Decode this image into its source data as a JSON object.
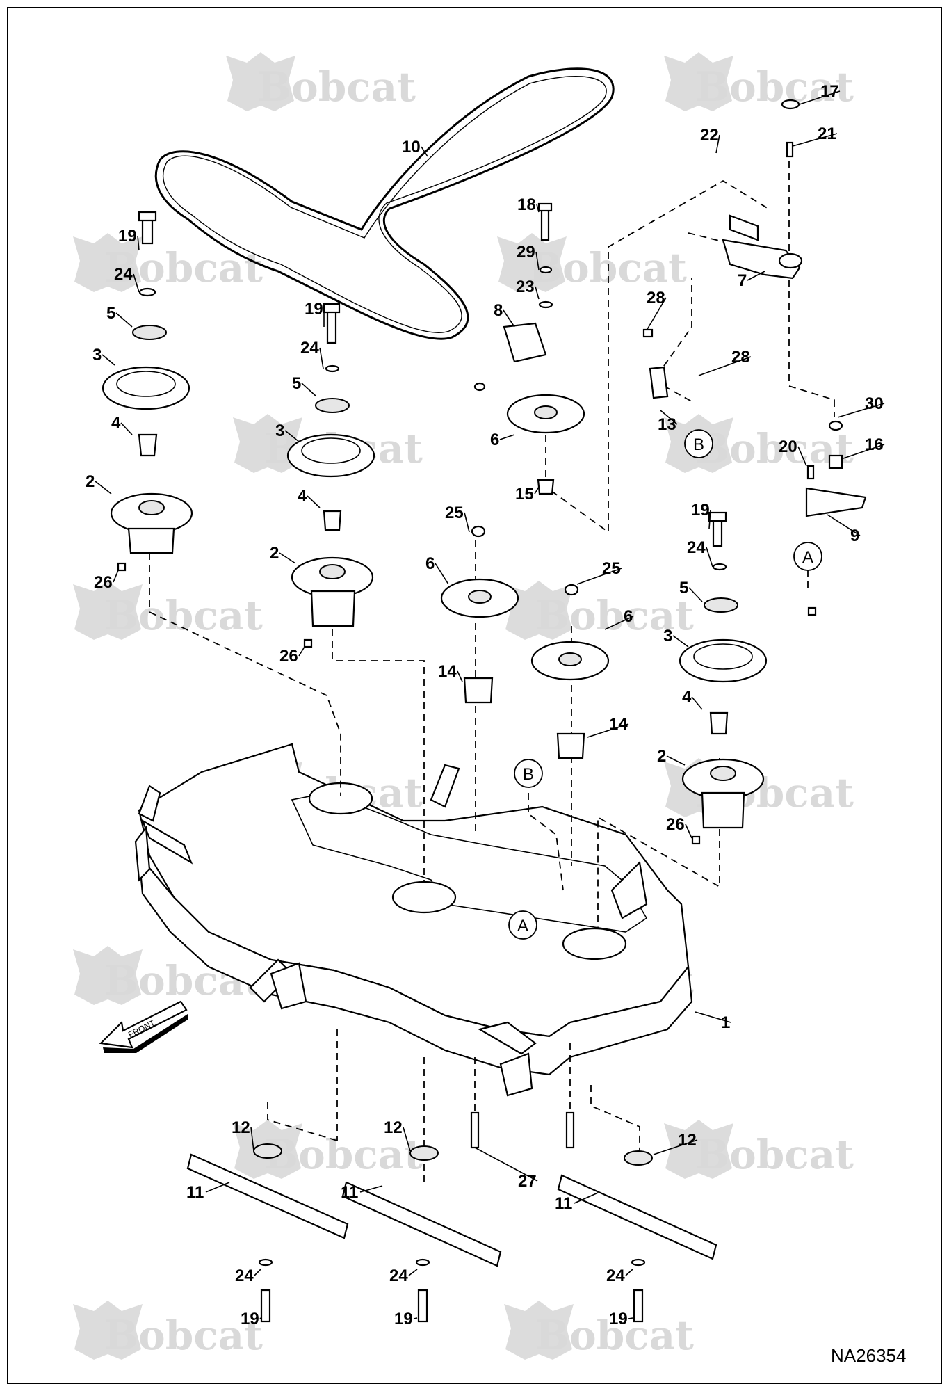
{
  "diagram": {
    "watermark_text": "Bobcat",
    "drawing_code": "NA26354",
    "front_label": "FRONT",
    "reference_circles": [
      "A",
      "B"
    ],
    "callouts": [
      "1",
      "2",
      "3",
      "4",
      "5",
      "6",
      "7",
      "8",
      "9",
      "10",
      "11",
      "12",
      "13",
      "14",
      "15",
      "16",
      "17",
      "18",
      "19",
      "20",
      "21",
      "22",
      "23",
      "24",
      "25",
      "26",
      "27",
      "28",
      "29",
      "30"
    ]
  }
}
